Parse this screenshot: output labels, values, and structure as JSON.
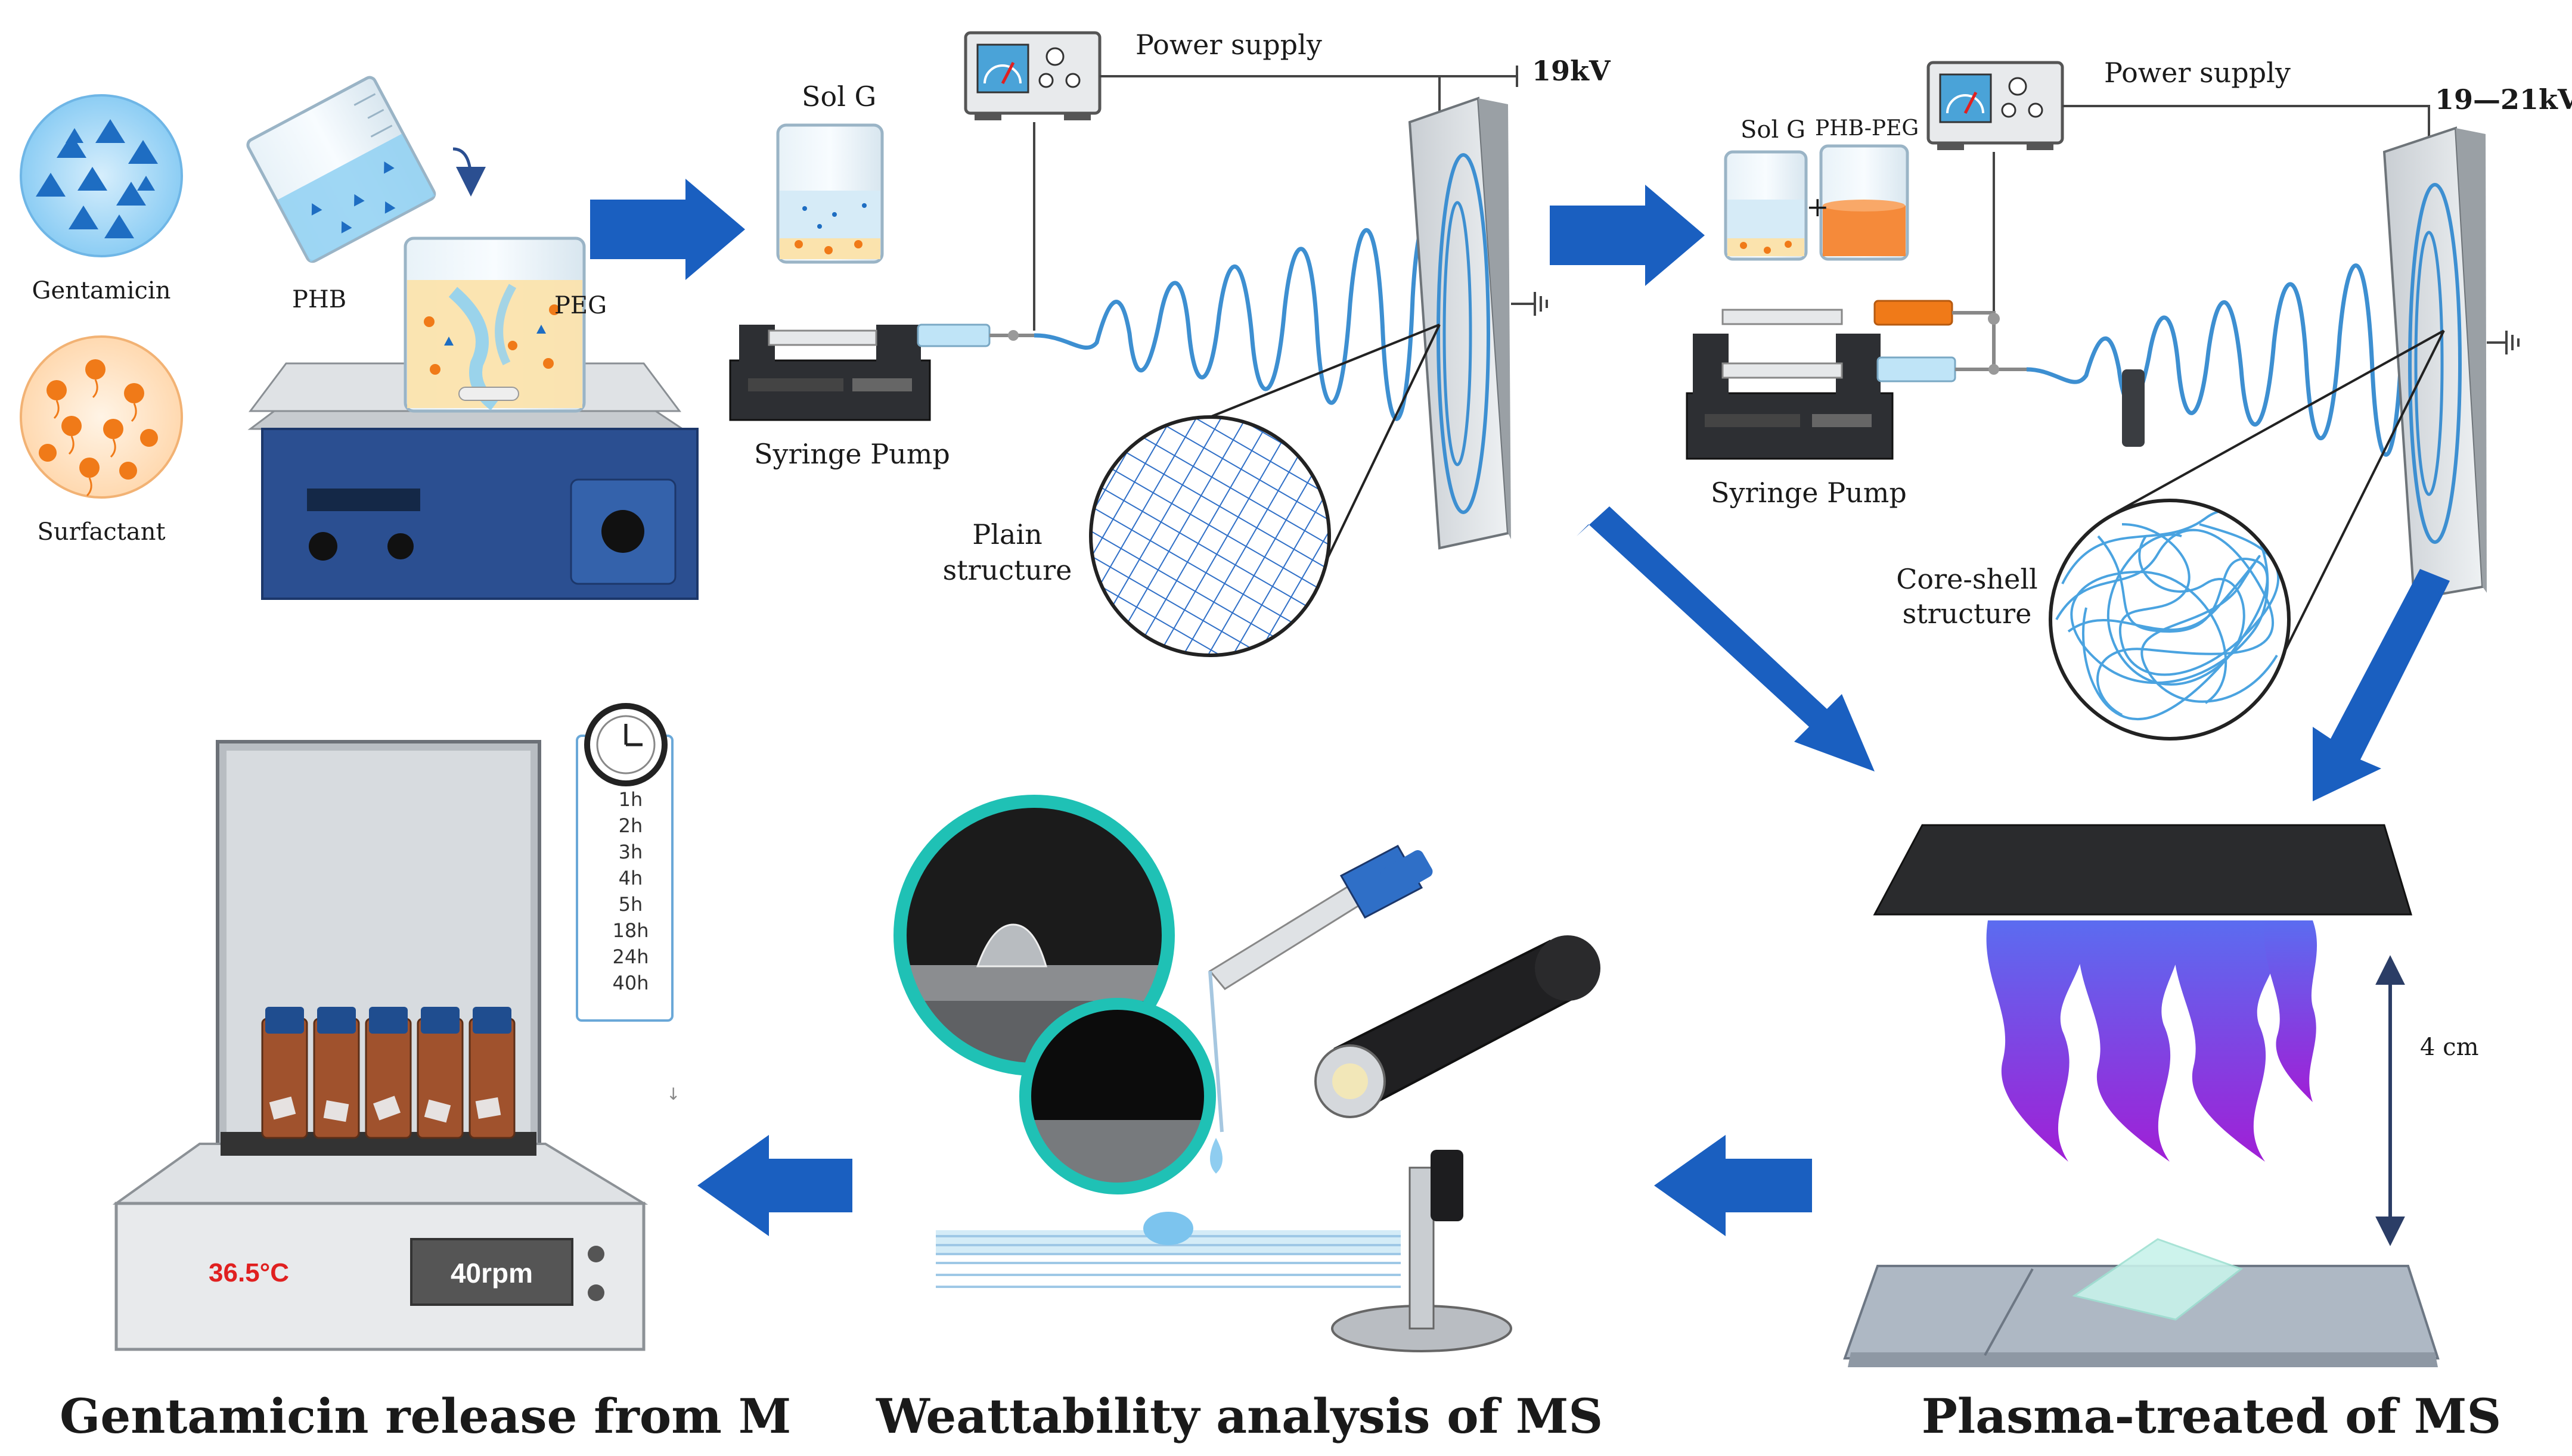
{
  "labels": {
    "gentamicin": "Gentamicin",
    "surfactant": "Surfactant",
    "phb": "PHB",
    "peg": "PEG",
    "sol_g": "Sol G",
    "sol_g_2": "Sol G",
    "phb_peg": "PHB-PEG",
    "power_supply_1": "Power supply",
    "power_supply_2": "Power supply",
    "voltage_1": "19kV",
    "voltage_2": "19—21kV",
    "syringe_pump_1": "Syringe Pump",
    "syringe_pump_2": "Syringe Pump",
    "plain_structure_1": "Plain",
    "plain_structure_2": "structure",
    "core_shell_1": "Core-shell",
    "core_shell_2": "structure",
    "distance": "4 cm",
    "temperature": "36.5°C",
    "speed": "40rpm",
    "plus": "+",
    "tick_mark": "↓"
  },
  "time_points": [
    "1h",
    "2h",
    "3h",
    "4h",
    "5h",
    "18h",
    "24h",
    "40h"
  ],
  "captions": {
    "release": "Gentamicin release from M",
    "wettability": "Weattability analysis of MS",
    "plasma": "Plasma-treated of MS"
  },
  "colors": {
    "arrow_blue": "#1a5fc0",
    "fiber_blue": "#3d8fd1",
    "stirrer_blue": "#2b4f91",
    "plasma_purple": "#8a2be2",
    "plasma_blue": "#5b6cf0",
    "teal_ring": "#1fc1b5",
    "vial_amber": "#a0522d",
    "temp_red": "#e02020"
  }
}
